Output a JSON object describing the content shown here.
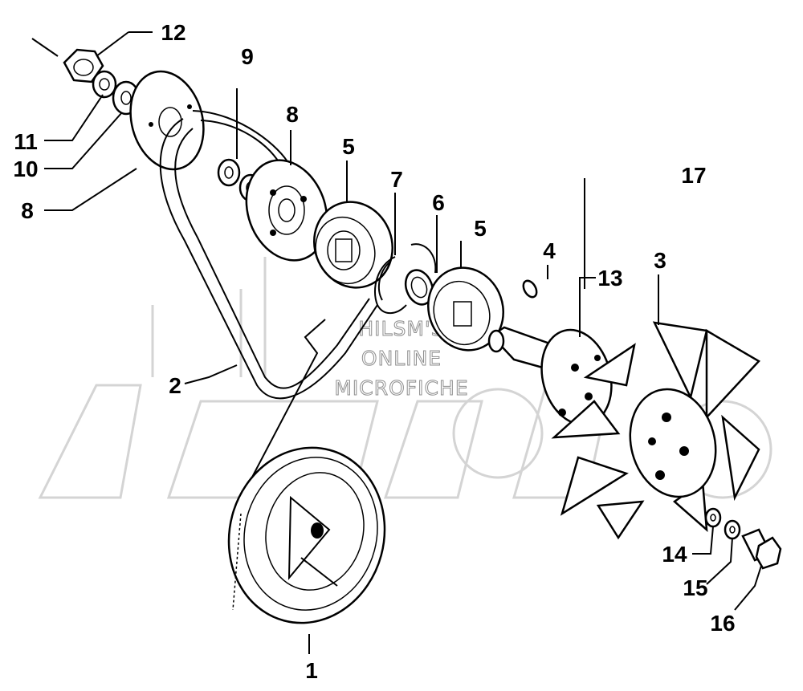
{
  "callouts": [
    {
      "id": "1",
      "text": "1"
    },
    {
      "id": "2",
      "text": "2"
    },
    {
      "id": "3",
      "text": "3"
    },
    {
      "id": "4",
      "text": "4"
    },
    {
      "id": "5a",
      "text": "5"
    },
    {
      "id": "5b",
      "text": "5"
    },
    {
      "id": "6",
      "text": "6"
    },
    {
      "id": "7",
      "text": "7"
    },
    {
      "id": "8a",
      "text": "8"
    },
    {
      "id": "8b",
      "text": "8"
    },
    {
      "id": "9",
      "text": "9"
    },
    {
      "id": "10",
      "text": "10"
    },
    {
      "id": "11",
      "text": "11"
    },
    {
      "id": "12",
      "text": "12"
    },
    {
      "id": "13",
      "text": "13"
    },
    {
      "id": "14",
      "text": "14"
    },
    {
      "id": "15",
      "text": "15"
    },
    {
      "id": "16",
      "text": "16"
    },
    {
      "id": "17",
      "text": "17"
    }
  ],
  "watermark": {
    "line1": "HILSM'S",
    "line2": "ONLINE",
    "line3": "MICROFICHE"
  }
}
